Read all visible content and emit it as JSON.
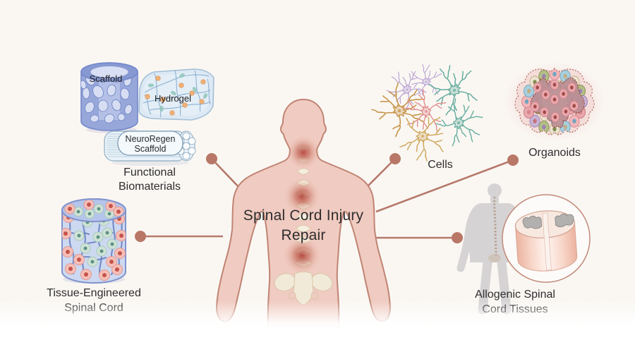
{
  "figure": {
    "title_line1": "Spinal Cord Injury",
    "title_line2": "Repair"
  },
  "functional_biomaterials": {
    "scaffold_label": "Scaffold",
    "hydrogel_label": "Hydrogel",
    "neuroregen_line1": "NeuroRegen",
    "neuroregen_line2": "Scaffold",
    "group_label_line1": "Functional",
    "group_label_line2": "Biomaterials"
  },
  "tissue_engineered": {
    "label_line1": "Tissue-Engineered",
    "label_line2": "Spinal Cord"
  },
  "cells": {
    "label": "Cells"
  },
  "organoids": {
    "label": "Organoids"
  },
  "allogenic": {
    "label_line1": "Allogenic Spinal",
    "label_line2": "Cord Tissues"
  },
  "colors": {
    "background": "#faf7f3",
    "connector": "#b5796a",
    "connector_dot": "#b87767",
    "body_fill": "#f0cbc1",
    "body_outline": "#c08473",
    "injury_red": "#b2382f",
    "spine_cream": "#f5edde",
    "scaffold_blue": "#97a7da",
    "hydrogel_blue": "#dce9f4",
    "tissue_cylinder_blue": "#cdd9f1",
    "cell_pink": "#f5bfb8",
    "cell_teal": "#cfe2d7",
    "neuron_purple": "#b9a2d3",
    "neuron_teal": "#69ae9f",
    "neuron_gold": "#c7964a",
    "neuron_pink": "#e08a8a",
    "neuron_tan": "#cfa95e",
    "organoid_outline": "#b26a5f",
    "gray_figure": "#d6d3d4",
    "text": "#2e2d2d"
  }
}
